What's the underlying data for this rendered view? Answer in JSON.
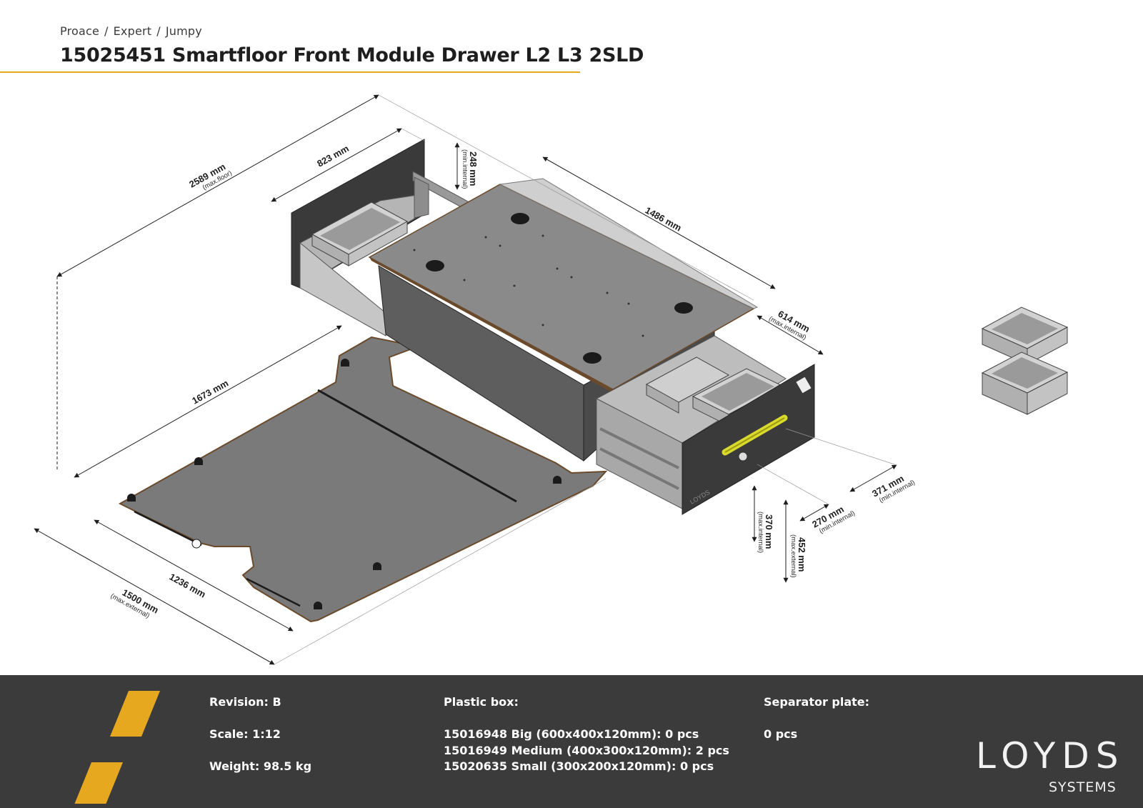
{
  "breadcrumb": [
    "Proace",
    "Expert",
    "Jumpy"
  ],
  "title": "15025451 Smartfloor Front Module Drawer L2 L3 2SLD",
  "colors": {
    "accent": "#e6a81e",
    "footer_bg": "#3b3b3b",
    "panel_dark": "#3a3a3a",
    "floor": "#7a7a7a",
    "handle": "#d9d92e"
  },
  "dimensions": {
    "d2589": {
      "value": "2589 mm",
      "note": "(max.floor)"
    },
    "d823": {
      "value": "823 mm",
      "note": ""
    },
    "d248": {
      "value": "248 mm",
      "note": "(min.internal)"
    },
    "d1486": {
      "value": "1486 mm",
      "note": ""
    },
    "d614": {
      "value": "614 mm",
      "note": "(max.internal)"
    },
    "d1673": {
      "value": "1673 mm",
      "note": ""
    },
    "d371": {
      "value": "371 mm",
      "note": "(min.internal)"
    },
    "d270": {
      "value": "270 mm",
      "note": "(min.internal)"
    },
    "d370": {
      "value": "370 mm",
      "note": "(max.internal)"
    },
    "d452": {
      "value": "452 mm",
      "note": "(max.external)"
    },
    "d1236": {
      "value": "1236 mm",
      "note": ""
    },
    "d1500": {
      "value": "1500 mm",
      "note": "(max.external)"
    }
  },
  "drawer_logo": "LOYDS",
  "footer": {
    "revision": "Revision: B",
    "scale": "Scale: 1:12",
    "weight": "Weight: 98.5 kg",
    "plastic_box_title": "Plastic box:",
    "plastic_box_items": [
      "15016948 Big (600x400x120mm): 0 pcs",
      "15016949 Medium (400x300x120mm): 2 pcs",
      "15020635 Small (300x200x120mm): 0 pcs"
    ],
    "separator_title": "Separator plate:",
    "separator_value": "0 pcs",
    "logo_text": "LOYDS",
    "logo_sub": "SYSTEMS"
  }
}
